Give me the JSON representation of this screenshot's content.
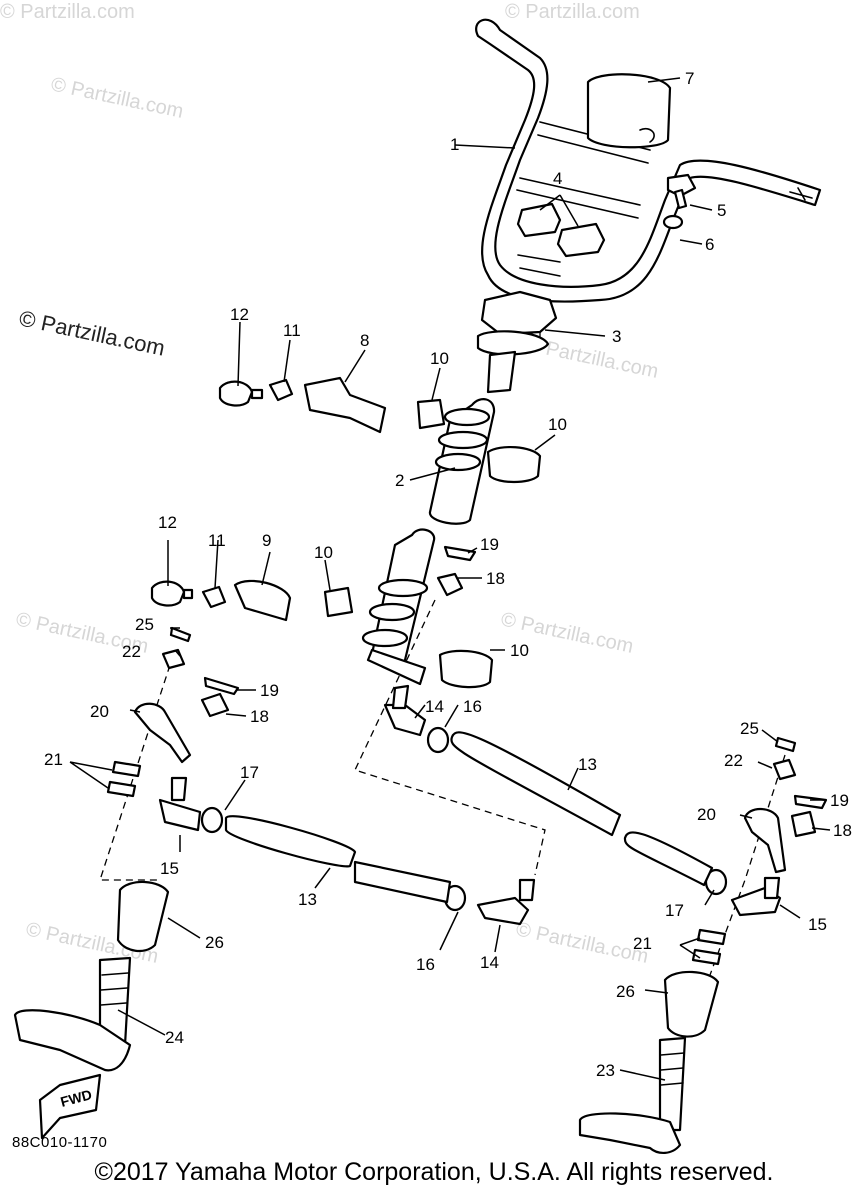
{
  "watermark": "© Partzilla.com",
  "diagram_code": "88C010-1170",
  "fwd_label": "FWD",
  "copyright": "©2017  Yamaha Motor Corporation, U.S.A. All rights reserved.",
  "callouts": [
    "1",
    "2",
    "3",
    "4",
    "5",
    "6",
    "7",
    "8",
    "9",
    "10",
    "11",
    "12",
    "13",
    "14",
    "15",
    "16",
    "17",
    "18",
    "19",
    "20",
    "21",
    "22",
    "23",
    "24",
    "25",
    "26"
  ]
}
